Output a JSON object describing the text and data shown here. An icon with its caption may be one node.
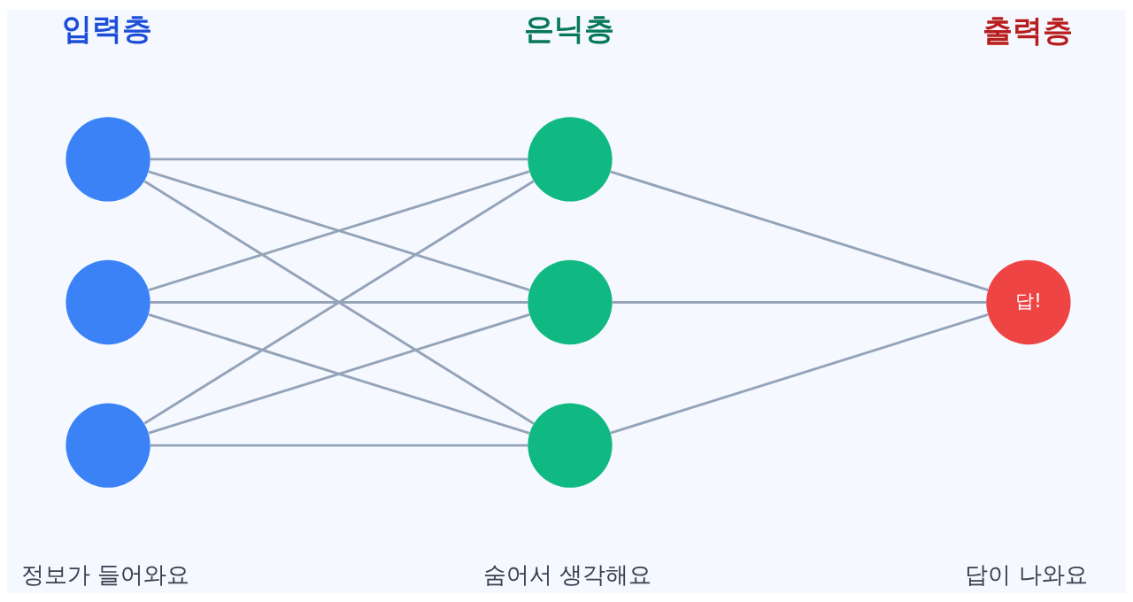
{
  "diagram": {
    "nodes": [
      {
        "text": [],
        "shape": "circle"
      },
      {
        "text": [],
        "shape": "circle"
      },
      {
        "text": [],
        "shape": "circle"
      },
      {
        "text": [],
        "shape": "circle"
      },
      {
        "text": [],
        "shape": "circle"
      },
      {
        "text": [],
        "shape": "circle"
      },
      {
        "text": [
          "답!"
        ]
      }
    ],
    "edges": [
      {
        "from": 0,
        "to": 3,
        "arrow": "none"
      },
      {
        "from": 0,
        "to": 4,
        "arrow": "none"
      },
      {
        "from": 0,
        "to": 5,
        "arrow": "none"
      },
      {
        "from": 1,
        "to": 3,
        "arrow": "none"
      },
      {
        "from": 1,
        "to": 4,
        "arrow": "none"
      },
      {
        "from": 1,
        "to": 5,
        "arrow": "none"
      },
      {
        "from": 2,
        "to": 3,
        "arrow": "none"
      },
      {
        "from": 2,
        "to": 4,
        "arrow": "none"
      },
      {
        "from": 2,
        "to": 5,
        "arrow": "none"
      },
      {
        "from": 3,
        "to": 6,
        "arrow": "none"
      },
      {
        "from": 4,
        "to": 6,
        "arrow": "none"
      },
      {
        "from": 5,
        "to": 6,
        "arrow": "none"
      }
    ],
    "labels": [
      "입력층",
      "은닉층",
      "출력층",
      "정보가 들어와요",
      "숨어서 생각해요",
      "답이 나와요"
    ]
  }
}
